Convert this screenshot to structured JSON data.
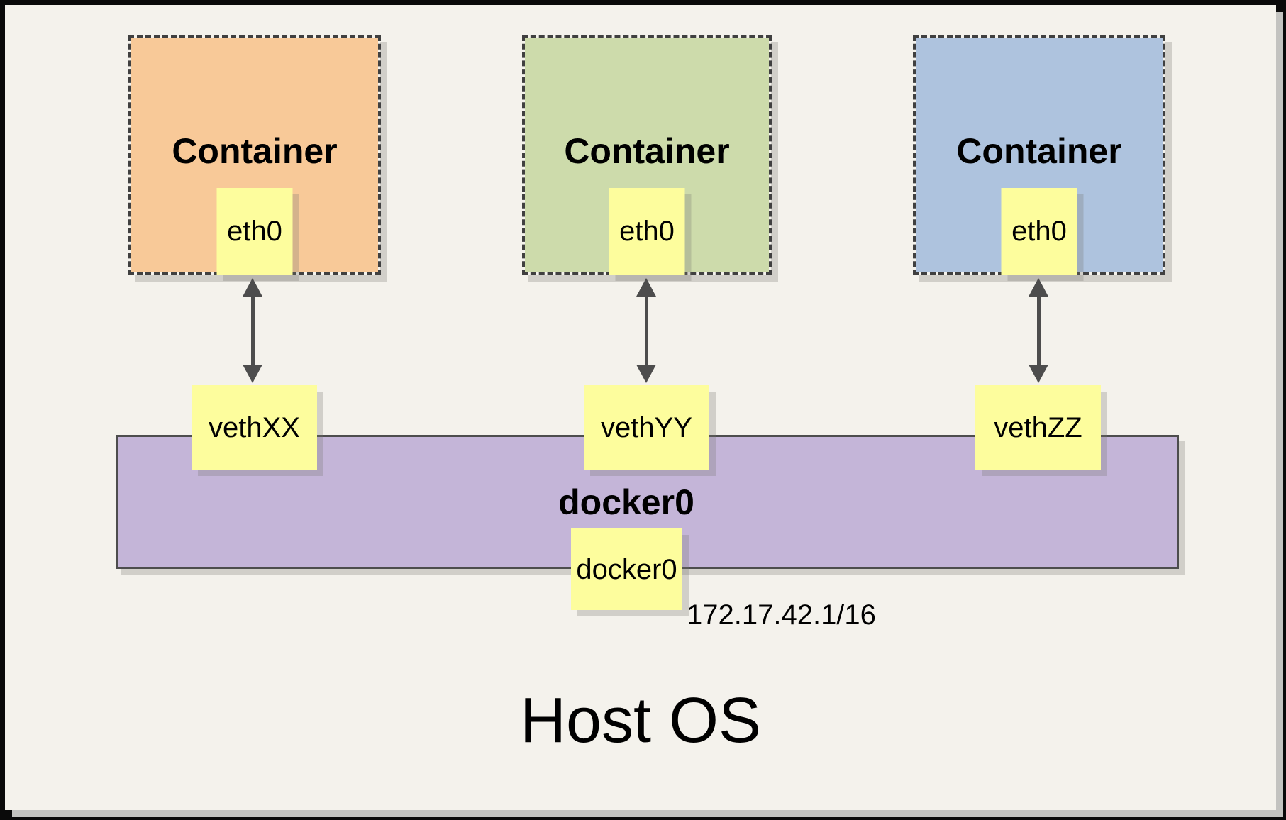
{
  "containers": [
    {
      "label": "Container",
      "iface": "eth0"
    },
    {
      "label": "Container",
      "iface": "eth0"
    },
    {
      "label": "Container",
      "iface": "eth0"
    }
  ],
  "veths": [
    {
      "label": "vethXX"
    },
    {
      "label": "vethYY"
    },
    {
      "label": "vethZZ"
    }
  ],
  "bridge": {
    "label": "docker0",
    "iface": "docker0",
    "ip": "172.17.42.1/16"
  },
  "host": {
    "label": "Host OS"
  },
  "colors": {
    "container-orange": "#F8C998",
    "container-green": "#CDDBAB",
    "container-blue": "#AEC3DE",
    "interface-yellow": "#FDFD9D",
    "bridge-purple": "#C4B5D8",
    "canvas-cream": "#F4F2EC",
    "line-gray": "#4D4D4D",
    "dash-gray": "#404040"
  }
}
